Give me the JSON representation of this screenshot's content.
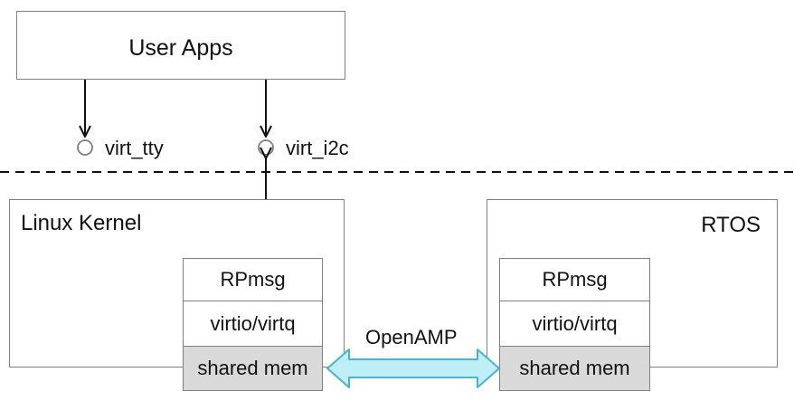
{
  "user_apps": {
    "label": "User Apps"
  },
  "interfaces": {
    "tty": "virt_tty",
    "i2c": "virt_i2c"
  },
  "linux_kernel": {
    "label": "Linux Kernel",
    "layers": [
      "RPmsg",
      "virtio/virtq",
      "shared mem"
    ]
  },
  "rtos": {
    "label": "RTOS",
    "layers": [
      "RPmsg",
      "virtio/virtq",
      "shared mem"
    ]
  },
  "link": {
    "label": "OpenAMP"
  },
  "colors": {
    "border": "#7f7f7f",
    "shared_mem_fill": "#d9d9d9",
    "link_arrow_fill": "#bfeef6",
    "link_arrow_stroke": "#4bb3cc"
  }
}
